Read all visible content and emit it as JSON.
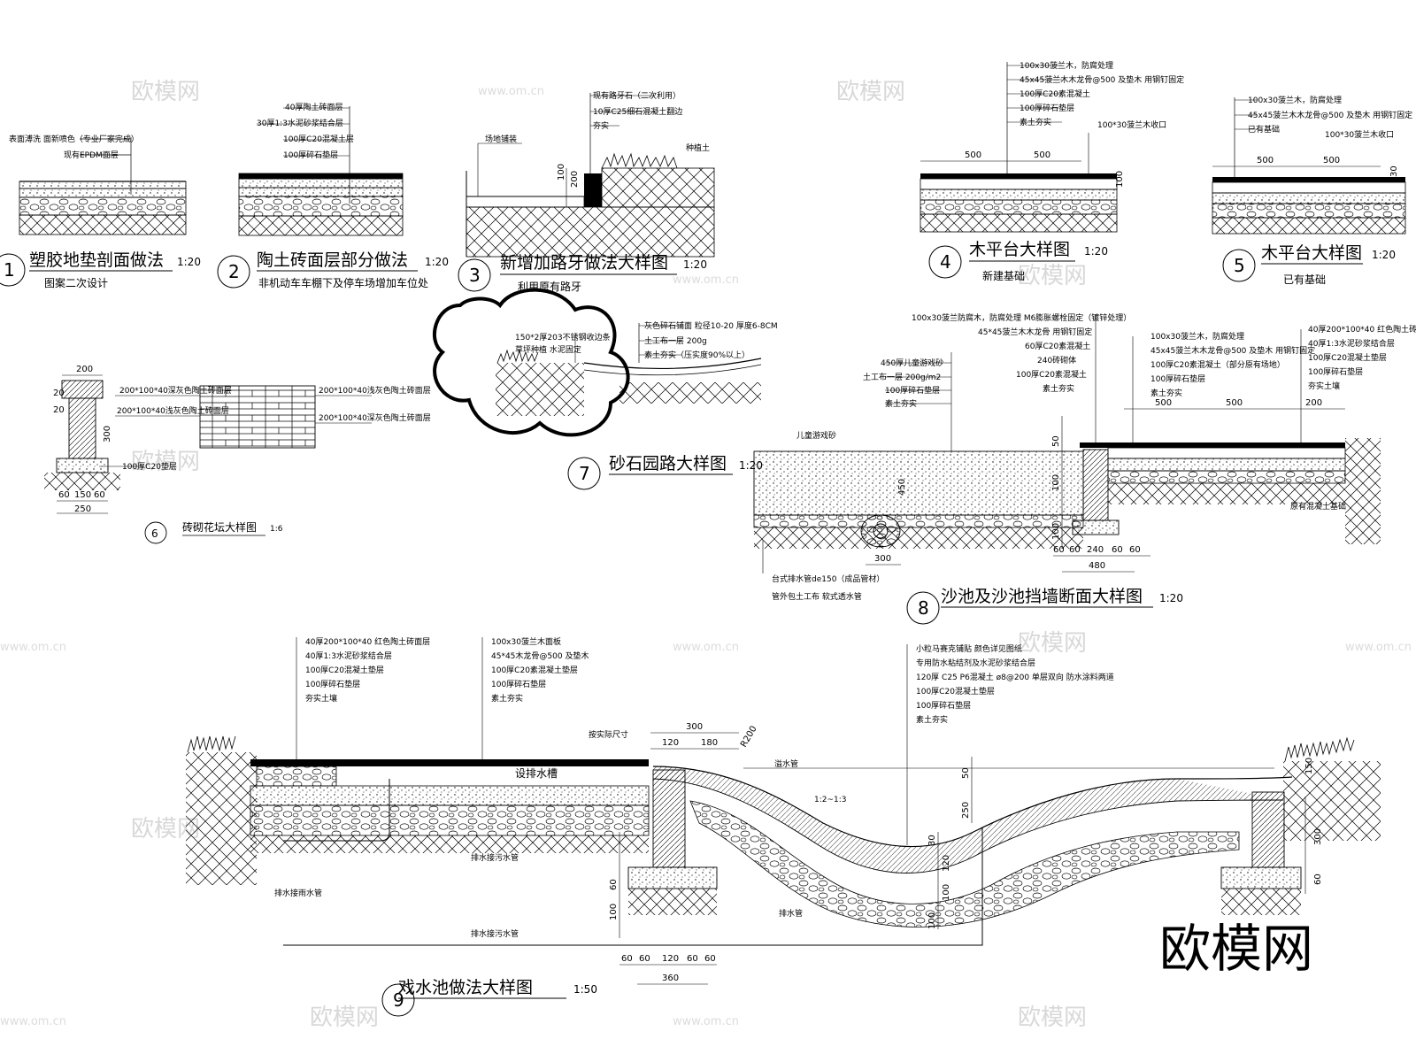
{
  "details": [
    {
      "num": "1",
      "title": "塑胶地垫剖面做法",
      "scale": "1:20",
      "sub": "图案二次设计",
      "notes": [
        "表面溥洗  面新喷色（专业厂家完成）",
        "现有EPDM面层"
      ]
    },
    {
      "num": "2",
      "title": "陶土砖面层部分做法",
      "scale": "1:20",
      "sub": "非机动车车棚下及停车场增加车位处",
      "notes": [
        "40厚陶土砖面层",
        "30厚1:3水泥砂浆结合层",
        "100厚C20混凝土层",
        "100厚碎石垫层"
      ]
    },
    {
      "num": "3",
      "title": "新增加路牙做法大样图",
      "scale": "1:20",
      "sub": "利用原有路牙",
      "notes": [
        "现有路牙石（二次利用）",
        "10厚C25细石混凝土翻边",
        "夯实"
      ],
      "labels": [
        "场地铺装",
        "种植土"
      ],
      "dims": [
        "100",
        "200"
      ]
    },
    {
      "num": "4",
      "title": "木平台大样图",
      "scale": "1:20",
      "sub": "新建基础",
      "notes": [
        "100x30菠兰木，防腐处理",
        "45x45菠兰木木龙骨@500  及垫木  用钢钉固定",
        "100厚C20素混凝土",
        "100厚碎石垫层",
        "素土夯实"
      ],
      "note2": "100*30菠兰木收口",
      "dims": [
        "500",
        "500",
        "100"
      ]
    },
    {
      "num": "5",
      "title": "木平台大样图",
      "scale": "1:20",
      "sub": "已有基础",
      "notes": [
        "100x30菠兰木，防腐处理",
        "45x45菠兰木木龙骨@500  及垫木  用钢钉固定",
        "已有基础"
      ],
      "note2": "100*30菠兰木收口",
      "dims": [
        "500",
        "500",
        "30"
      ]
    },
    {
      "num": "6",
      "title": "砖砌花坛大样图",
      "scale": "1:6",
      "notes": [
        "200*100*40深灰色陶土砖面层",
        "200*100*40浅灰色陶土砖面层",
        "100厚C20垫层",
        "200*100*40浅灰色陶土砖面层",
        "200*100*40深灰色陶土砖面层"
      ],
      "dims": [
        "200",
        "20",
        "20",
        "300",
        "60",
        "150",
        "60",
        "250"
      ]
    },
    {
      "num": "7",
      "title": "砂石园路大样图",
      "scale": "1:20",
      "notes": [
        "150*2厚203不锈钢收边条",
        "草坪种植  水泥固定",
        "灰色碎石铺面  粒径10-20  厚度6-8CM",
        "土工布一层  200g",
        "素土夯实（压实度90%以上）"
      ]
    },
    {
      "num": "8",
      "title": "沙池及沙池挡墙断面大样图",
      "scale": "1:20",
      "notes_left": [
        "450厚儿童游戏砂",
        "土工布一层  200g/m2",
        "100厚碎石垫层",
        "素土夯实"
      ],
      "notes_mid": [
        "100x30菠兰防腐木，防腐处理  M6膨胀螺栓固定（镀锌处理）",
        "45*45菠兰木木龙骨  用钢钉固定",
        "60厚C20素混凝土",
        "240砖砌体",
        "100厚C20素混凝土",
        "素土夯实"
      ],
      "notes_right_a": [
        "100x30菠兰木，防腐处理",
        "45x45菠兰木木龙骨@500  及垫木  用钢钉固定",
        "100厚C20素混凝土（部分原有场地）",
        "100厚碎石垫层",
        "素土夯实"
      ],
      "notes_right_b": [
        "40厚200*100*40  红色陶土砖面层",
        "40厚1:3水泥砂浆结合层",
        "100厚C20混凝土垫层",
        "100厚碎石垫层",
        "夯实土壤"
      ],
      "labels": [
        "儿童游戏砂",
        "台式排水管de150（成品管材）",
        "管外包土工布  软式透水管",
        "原有混凝土基础"
      ],
      "dims": [
        "50",
        "100",
        "450",
        "100",
        "300",
        "60",
        "60",
        "240",
        "60",
        "60",
        "480",
        "500",
        "500",
        "200"
      ]
    },
    {
      "num": "9",
      "title": "戏水池做法大样图",
      "scale": "1:50",
      "notes_a": [
        "40厚200*100*40  红色陶土砖面层",
        "40厚1:3水泥砂浆结合层",
        "100厚C20混凝土垫层",
        "100厚碎石垫层",
        "夯实土壤"
      ],
      "notes_b": [
        "100x30菠兰木面板",
        "45*45木龙骨@500  及垫木",
        "100厚C20素混凝土垫层",
        "100厚碎石垫层",
        "素土夯实"
      ],
      "notes_c": [
        "小粒马赛克铺贴  颜色详见图纸",
        "专用防水粘结剂及水泥砂浆结合层",
        "120厚 C25 P6混凝土  ø8@200  单层双向  防水涂料两道",
        "100厚C20混凝土垫层",
        "100厚碎石垫层",
        "素土夯实"
      ],
      "labels": [
        "设排水槽",
        "按实际尺寸",
        "溢水管",
        "排水接污水管",
        "排水接雨水管",
        "排水接污水管",
        "排水管"
      ],
      "slope": "1:2~1:3",
      "dims": [
        "300",
        "120",
        "180",
        "R200",
        "50",
        "250",
        "30",
        "120",
        "100",
        "100",
        "60",
        "100",
        "300",
        "60",
        "60",
        "60",
        "120",
        "60",
        "60",
        "360",
        "150"
      ]
    }
  ],
  "watermarks": [
    "欧模网",
    "www.om.cn"
  ],
  "brand_logo": "欧模网"
}
